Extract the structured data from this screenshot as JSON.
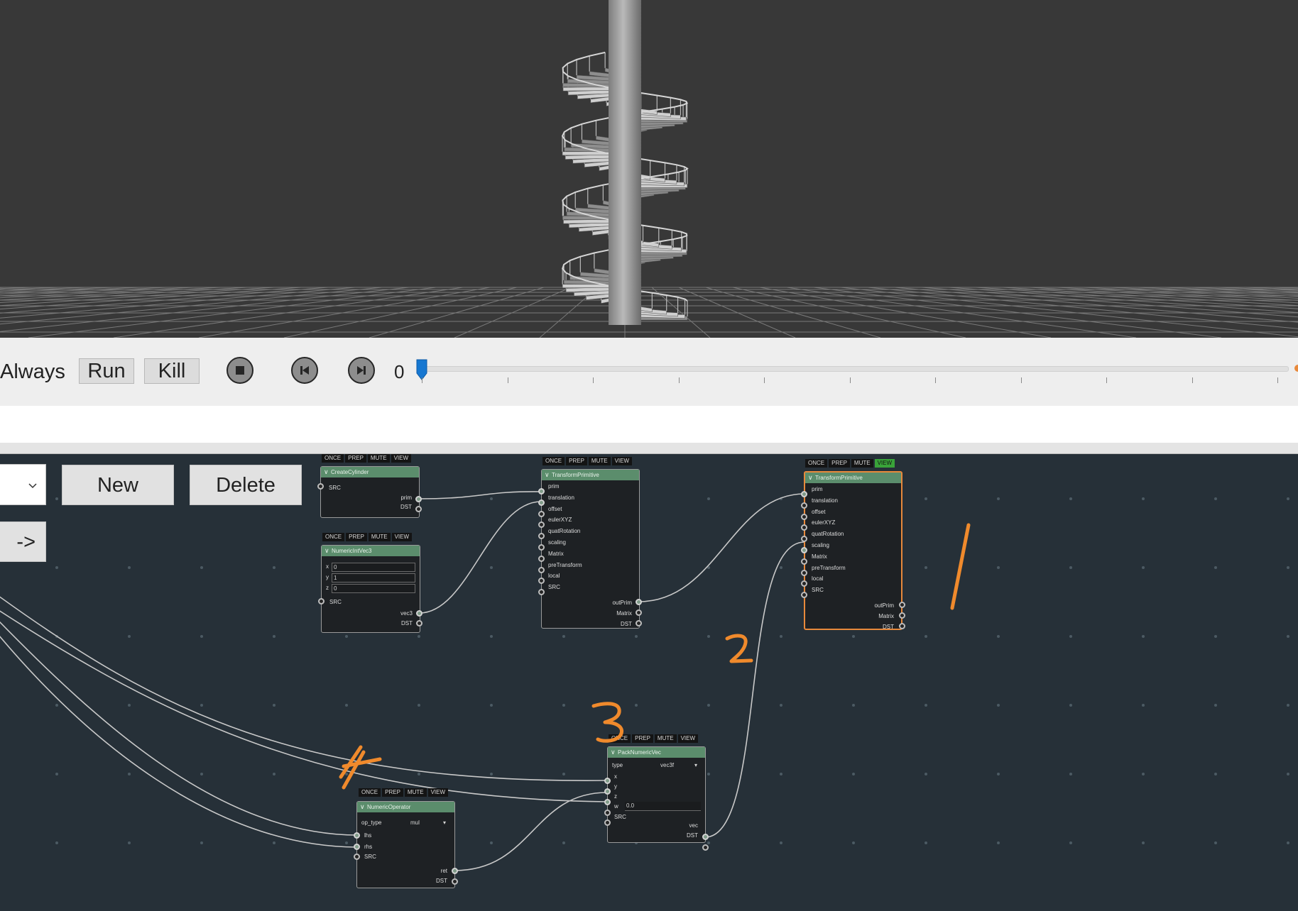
{
  "toolbar": {
    "mode_label": "Always",
    "run_label": "Run",
    "kill_label": "Kill",
    "frame_value": "0",
    "frame_slider": 0,
    "stop_icon": "stop-icon",
    "prev_icon": "step-back-icon",
    "next_icon": "step-forward-icon"
  },
  "graph_panel": {
    "new_label": "New",
    "delete_label": "Delete",
    "arrow_label": "->",
    "dropdown_icon": "chevron-down-icon"
  },
  "flags": [
    "ONCE",
    "PREP",
    "MUTE",
    "VIEW"
  ],
  "nodes": {
    "create_cylinder": {
      "title": "CreateCylinder",
      "inputs": [
        "SRC"
      ],
      "outputs": [
        "prim",
        "DST"
      ]
    },
    "numeric_int_vec3": {
      "title": "NumericIntVec3",
      "fields": [
        {
          "label": "x",
          "value": "0"
        },
        {
          "label": "y",
          "value": "1"
        },
        {
          "label": "z",
          "value": "0"
        }
      ],
      "inputs": [
        "SRC"
      ],
      "outputs": [
        "vec3",
        "DST"
      ]
    },
    "transform_primitive_a": {
      "title": "TransformPrimitive",
      "inputs": [
        "prim",
        "translation",
        "offset",
        "eulerXYZ",
        "quatRotation",
        "scaling",
        "Matrix",
        "preTransform",
        "local",
        "SRC"
      ],
      "outputs": [
        "outPrim",
        "Matrix",
        "DST"
      ]
    },
    "transform_primitive_b": {
      "title": "TransformPrimitive",
      "inputs": [
        "prim",
        "translation",
        "offset",
        "eulerXYZ",
        "quatRotation",
        "scaling",
        "Matrix",
        "preTransform",
        "local",
        "SRC"
      ],
      "outputs": [
        "outPrim",
        "Matrix",
        "DST"
      ],
      "view_active": true
    },
    "pack_numeric_vec": {
      "title": "PackNumericVec",
      "type_label": "type",
      "type_value": "vec3f",
      "inputs": [
        "x",
        "y",
        "z",
        "w",
        "SRC"
      ],
      "w_value": "0.0",
      "outputs": [
        "vec",
        "DST"
      ]
    },
    "numeric_operator": {
      "title": "NumericOperator",
      "op_label": "op_type",
      "op_value": "mul",
      "inputs": [
        "lhs",
        "rhs",
        "SRC"
      ],
      "outputs": [
        "ret",
        "DST"
      ]
    }
  },
  "annotations": [
    "1",
    "2",
    "3",
    "4"
  ],
  "colors": {
    "graph_bg": "#263038",
    "viewport_bg": "#383838",
    "node_header": "#5b8d6c",
    "selection": "#e8893b",
    "annotation": "#f08a2c",
    "view_on": "#39a339"
  }
}
